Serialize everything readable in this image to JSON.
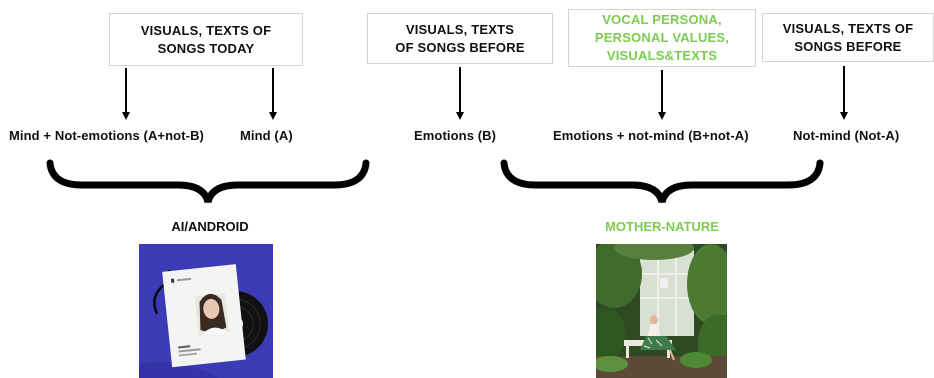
{
  "boxes": {
    "songs_today": "VISUALS, TEXTS OF\nSONGS TODAY",
    "songs_before_1": "VISUALS, TEXTS\nOF SONGS BEFORE",
    "vocal_persona": "VOCAL PERSONA,\nPERSONAL VALUES,\nVISUALS&TEXTS",
    "songs_before_2": "VISUALS, TEXTS OF\nSONGS BEFORE"
  },
  "labels": {
    "mind_not_emotions": "Mind + Not-emotions (A+not-B)",
    "mind": "Mind (A)",
    "emotions": "Emotions (B)",
    "emotions_not_mind": "Emotions + not-mind (B+not-A)",
    "not_mind": "Not-mind (Not-A)"
  },
  "captions": {
    "ai_android": "AI/ANDROID",
    "mother_nature": "MOTHER-NATURE"
  },
  "colors": {
    "accent_green": "#7ccc4f",
    "blue_backdrop": "#3b3bb5"
  }
}
